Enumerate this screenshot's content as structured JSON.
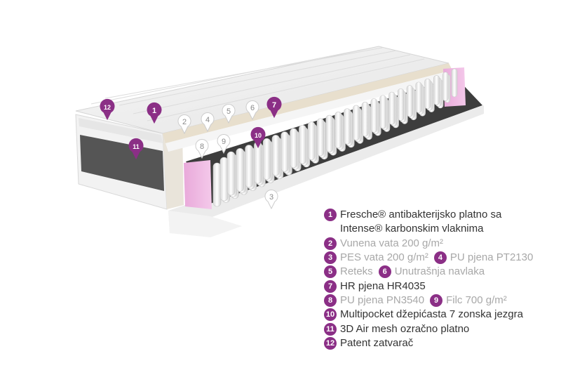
{
  "image_alt": "",
  "markers": [
    {
      "label": "12",
      "style": "filled"
    },
    {
      "label": "1",
      "style": "filled"
    },
    {
      "label": "2",
      "style": "outline"
    },
    {
      "label": "4",
      "style": "outline"
    },
    {
      "label": "5",
      "style": "outline"
    },
    {
      "label": "6",
      "style": "outline"
    },
    {
      "label": "7",
      "style": "filled"
    },
    {
      "label": "11",
      "style": "filled"
    },
    {
      "label": "8",
      "style": "outline"
    },
    {
      "label": "9",
      "style": "outline"
    },
    {
      "label": "10",
      "style": "filled"
    },
    {
      "label": "3",
      "style": "outline"
    }
  ],
  "legend": {
    "r1": {
      "n": "1",
      "line1": "Fresche® antibakterijsko platno sa",
      "line2": "Intense® karbonskim vlaknima"
    },
    "r2": {
      "n": "2",
      "text": "Vunena vata 200 g/m²"
    },
    "r3": {
      "n": "3",
      "text": "PES vata 200 g/m²",
      "n2": "4",
      "text2": "PU pjena PT2130"
    },
    "r4": {
      "n": "5",
      "text": "Reteks",
      "n2": "6",
      "text2": "Unutrašnja navlaka"
    },
    "r5": {
      "n": "7",
      "text": "HR pjena HR4035"
    },
    "r6": {
      "n": "8",
      "text": "PU pjena PN3540",
      "n2": "9",
      "text2": "Filc 700 g/m²"
    },
    "r7": {
      "n": "10",
      "text": "Multipocket džepićasta 7 zonska jezgra"
    },
    "r8": {
      "n": "11",
      "text": "3D Air mesh ozračno platno"
    },
    "r9": {
      "n": "12",
      "text": "Patent zatvarač"
    }
  },
  "colors": {
    "accent": "#8b2f86",
    "pink_foam": "#e7a6d8",
    "dark_text": "#333333",
    "light_text": "#a8a8a8"
  }
}
